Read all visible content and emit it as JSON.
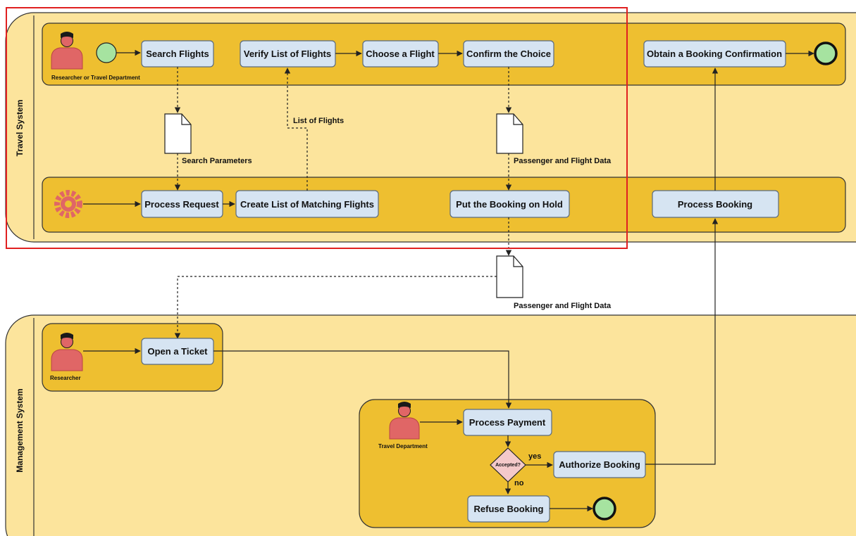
{
  "lanes": {
    "travel_system": "Travel System",
    "management_system": "Management System"
  },
  "actors": {
    "researcher_or_travel_department": "Researcher or Travel Department",
    "researcher": "Researcher",
    "travel_department": "Travel Department"
  },
  "tasks": {
    "search_flights": "Search Flights",
    "verify_list": "Verify List of Flights",
    "choose_flight": "Choose a Flight",
    "confirm_choice": "Confirm the Choice",
    "obtain_confirmation": "Obtain a Booking Confirmation",
    "process_request": "Process Request",
    "create_list": "Create List of Matching Flights",
    "put_on_hold": "Put the Booking on Hold",
    "process_booking": "Process Booking",
    "open_ticket": "Open a Ticket",
    "process_payment": "Process Payment",
    "authorize_booking": "Authorize Booking",
    "refuse_booking": "Refuse Booking"
  },
  "gateway": {
    "label": "Accepted?",
    "yes": "yes",
    "no": "no"
  },
  "data_objects": {
    "search_parameters": "Search Parameters",
    "list_of_flights": "List of Flights",
    "passenger_flight_data_1": "Passenger and Flight Data",
    "passenger_flight_data_2": "Passenger and Flight Data"
  },
  "colors": {
    "lane_fill": "#fce49c",
    "pool_fill": "#eebf30",
    "task_fill": "#d6e4f2",
    "start_event": "#a6e3a0",
    "gateway_fill": "#f4c9c9",
    "actor": "#e06666",
    "highlight": "#e02020"
  }
}
